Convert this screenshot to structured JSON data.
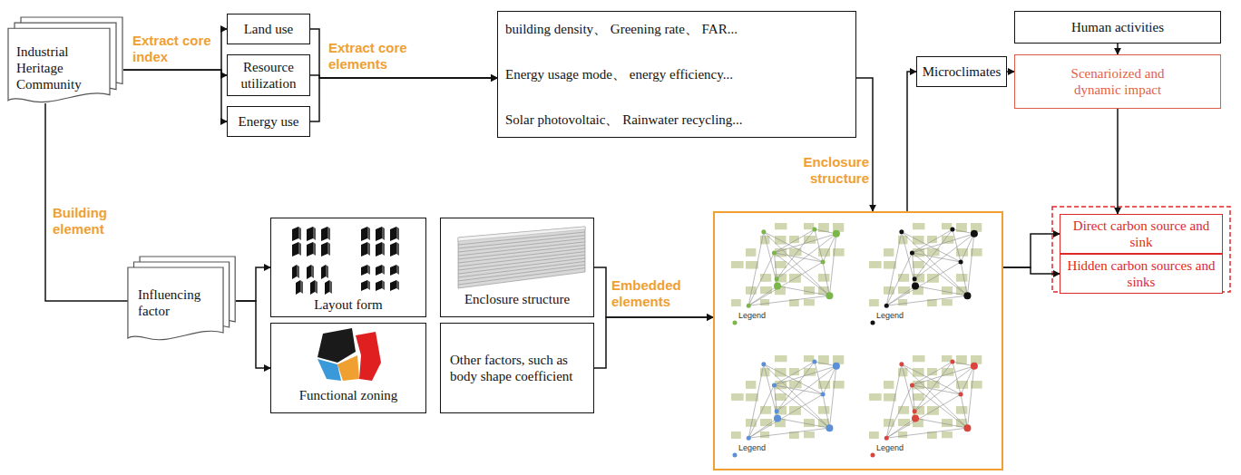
{
  "diagram": {
    "nodes": [
      {
        "text": [
          "Industrial Heritage Community"
        ]
      },
      {
        "text": [
          "Land use"
        ]
      },
      {
        "text": [
          "Resource utilization"
        ]
      },
      {
        "text": [
          "Energy use"
        ]
      },
      {
        "text": [
          "building density、 Greening rate、 FAR...",
          "Energy usage mode、 energy efficiency...",
          "Solar photovoltaic、 Rainwater recycling..."
        ]
      },
      {
        "text": [
          "Human activities"
        ]
      },
      {
        "text": [
          "Microclimates"
        ]
      },
      {
        "text": [
          "Scenarioized and dynamic impact"
        ]
      },
      {
        "text": [
          "Influencing factor"
        ]
      },
      {
        "text": [
          "Layout form"
        ]
      },
      {
        "text": [
          "Enclosure structure"
        ]
      },
      {
        "text": [
          "Functional zoning"
        ]
      },
      {
        "text": [
          "Other factors, such as body shape coefficient"
        ]
      },
      {
        "text": [
          "Legend",
          "Legend",
          "Legend",
          "Legend"
        ]
      },
      {
        "text": [
          "Direct carbon source and sink"
        ]
      },
      {
        "text": [
          "Hidden carbon sources and sinks"
        ]
      }
    ],
    "edges": [
      {
        "from": 0,
        "to": 1,
        "arrow": "to"
      },
      {
        "from": 0,
        "to": 2,
        "arrow": "to",
        "label": "Extract core index"
      },
      {
        "from": 0,
        "to": 3,
        "arrow": "to"
      },
      {
        "from": 1,
        "to": 4,
        "arrow": "to"
      },
      {
        "from": 2,
        "to": 4,
        "arrow": "to",
        "label": "Extract core elements"
      },
      {
        "from": 3,
        "to": 4,
        "arrow": "to"
      },
      {
        "from": 4,
        "to": 13,
        "arrow": "to",
        "label": "Enclosure structure"
      },
      {
        "from": 13,
        "to": 6,
        "arrow": "to"
      },
      {
        "from": 6,
        "to": 7,
        "arrow": "to"
      },
      {
        "from": 5,
        "to": 7,
        "arrow": "to"
      },
      {
        "from": 7,
        "to": 14,
        "arrow": "to"
      },
      {
        "from": 13,
        "to": 14,
        "arrow": "to"
      },
      {
        "from": 13,
        "to": 15,
        "arrow": "to"
      },
      {
        "from": 0,
        "to": 8,
        "arrow": "none",
        "label": "Building element"
      },
      {
        "from": 8,
        "to": 9,
        "arrow": "to"
      },
      {
        "from": 8,
        "to": 11,
        "arrow": "to"
      },
      {
        "from": 10,
        "to": 13,
        "arrow": "to",
        "label": "Embedded elements"
      },
      {
        "from": 12,
        "to": 13,
        "arrow": "to"
      }
    ]
  }
}
